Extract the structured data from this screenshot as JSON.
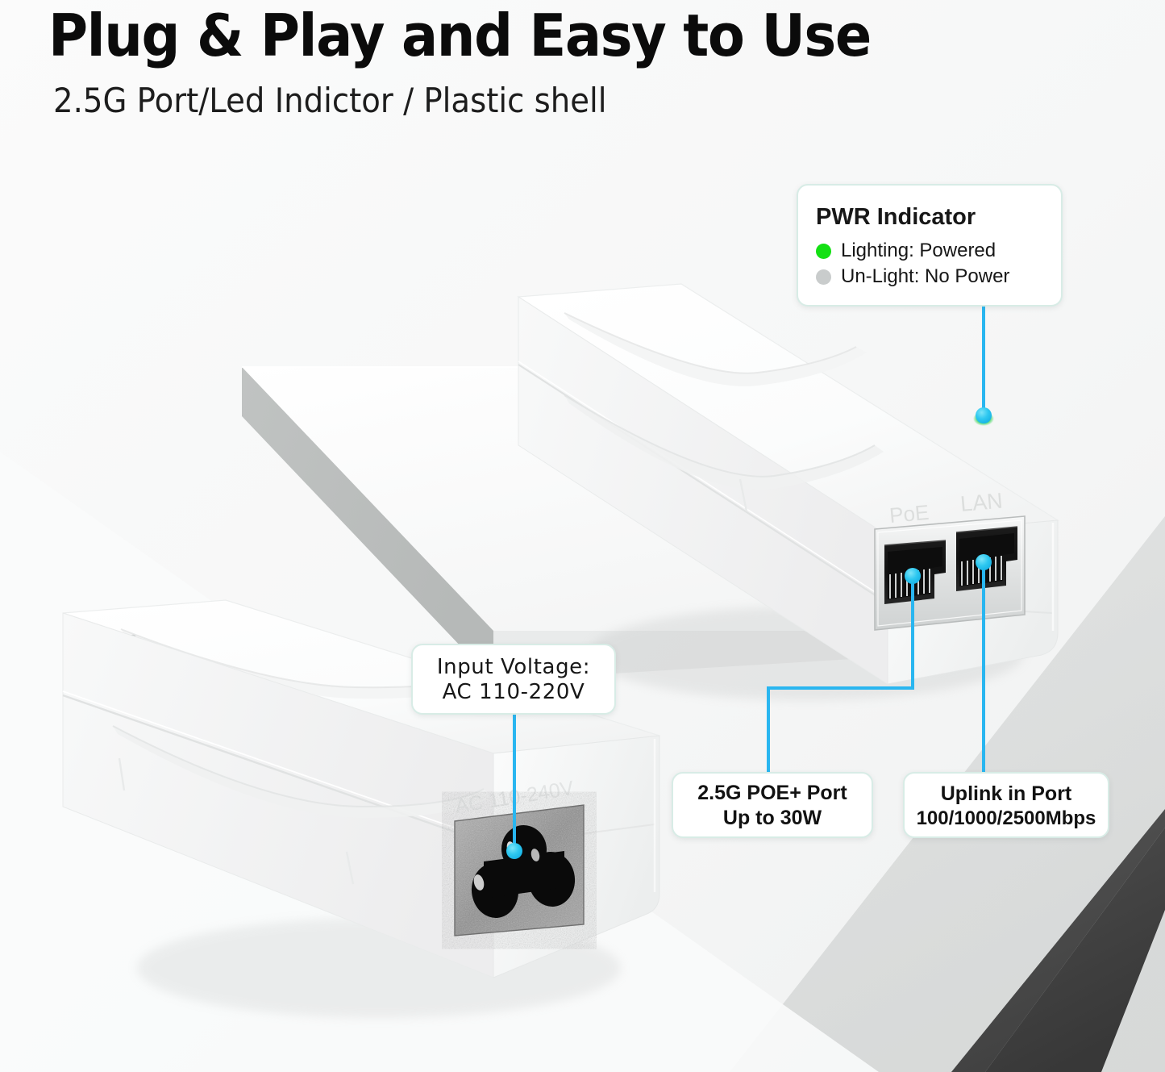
{
  "header": {
    "headline": "Plug & Play and Easy to Use",
    "subhead": "2.5G Port/Led Indictor / Plastic shell"
  },
  "colors": {
    "background": "#fdfdfd",
    "leader_line": "#29b6f0",
    "leader_dot": "#2ec8f0",
    "led_on": "#14e014",
    "led_off": "#c9cccc",
    "callout_border": "#d8ece6",
    "device_white": "#ffffff",
    "surface_gray": "#c9cccc",
    "shadow_dark": "#484848",
    "text_dark": "#121212"
  },
  "callouts": [
    {
      "id": "pwr",
      "title": "PWR Indicator",
      "rows": [
        {
          "label": "Lighting: Powered",
          "dot_state": "on",
          "dot_color": "#14e014"
        },
        {
          "label": "Un-Light: No Power",
          "dot_state": "off",
          "dot_color": "#c9cccc"
        }
      ],
      "target": "power-led"
    },
    {
      "id": "voltage",
      "line1": "Input Voltage:",
      "line2": "AC 110-220V",
      "target": "ac-inlet-socket"
    },
    {
      "id": "poe",
      "line1": "2.5G POE+ Port",
      "line2": "Up to 30W",
      "target": "poe-port"
    },
    {
      "id": "uplink",
      "line1": "Uplink in Port",
      "line2": "100/1000/2500Mbps",
      "target": "lan-port"
    }
  ],
  "devices": {
    "upper": {
      "name": "poe-injector-port-side",
      "port_labels": [
        "PoE",
        "LAN"
      ],
      "led_label": "PWR",
      "led_state": "on"
    },
    "lower": {
      "name": "poe-injector-ac-side",
      "embossed_rating": "AC 110-240V",
      "socket_type": "IEC C6 cloverleaf"
    }
  }
}
